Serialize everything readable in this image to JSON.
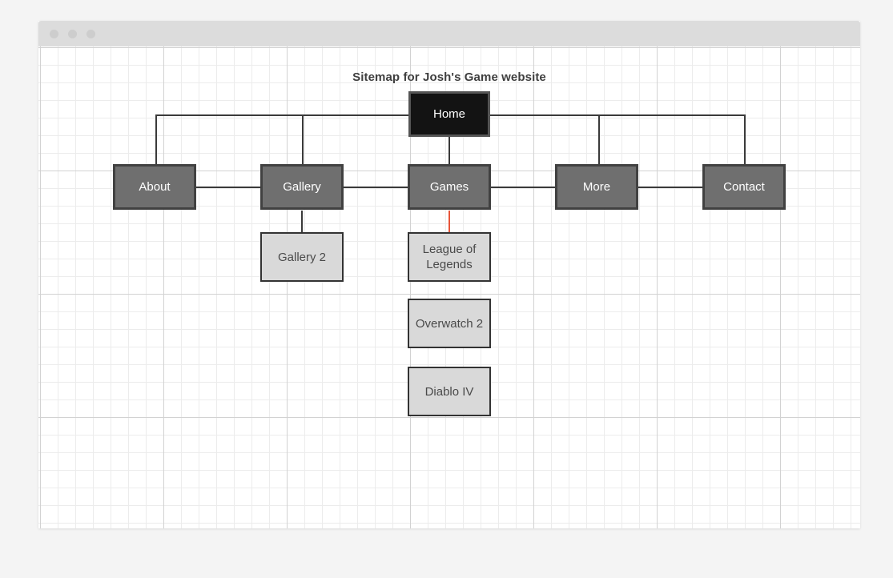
{
  "window": {
    "traffic_lights": [
      "close-dot",
      "minimize-dot",
      "maximize-dot"
    ]
  },
  "diagram": {
    "title": "Sitemap for Josh's Game website",
    "colors": {
      "root_fill": "#131313",
      "root_border": "#555555",
      "level2_fill": "#6f6f6f",
      "level2_border": "#414141",
      "level3_fill": "#d9d9d9",
      "level3_border": "#333333",
      "connector": "#3a3a3a",
      "connector_highlight": "#e8553a",
      "grid_line": "#ececec",
      "canvas": "#ffffff"
    },
    "nodes": [
      {
        "id": "home",
        "label": "Home",
        "level": 1
      },
      {
        "id": "about",
        "label": "About",
        "level": 2
      },
      {
        "id": "gallery",
        "label": "Gallery",
        "level": 2
      },
      {
        "id": "games",
        "label": "Games",
        "level": 2
      },
      {
        "id": "more",
        "label": "More",
        "level": 2
      },
      {
        "id": "contact",
        "label": "Contact",
        "level": 2
      },
      {
        "id": "gallery2",
        "label": "Gallery 2",
        "level": 3
      },
      {
        "id": "lol",
        "label": "League of Legends",
        "level": 3
      },
      {
        "id": "overwatch",
        "label": "Overwatch 2",
        "level": 3
      },
      {
        "id": "diablo",
        "label": "Diablo IV",
        "level": 3
      }
    ],
    "edges": [
      {
        "from": "home",
        "to": "about",
        "style": "elbow",
        "color": "connector"
      },
      {
        "from": "home",
        "to": "gallery",
        "style": "elbow",
        "color": "connector"
      },
      {
        "from": "home",
        "to": "games",
        "style": "direct",
        "color": "connector"
      },
      {
        "from": "home",
        "to": "more",
        "style": "elbow",
        "color": "connector"
      },
      {
        "from": "home",
        "to": "contact",
        "style": "elbow",
        "color": "connector"
      },
      {
        "from": "about",
        "to": "gallery",
        "style": "sibling",
        "color": "connector"
      },
      {
        "from": "gallery",
        "to": "games",
        "style": "sibling",
        "color": "connector"
      },
      {
        "from": "games",
        "to": "more",
        "style": "sibling",
        "color": "connector"
      },
      {
        "from": "more",
        "to": "contact",
        "style": "sibling",
        "color": "connector"
      },
      {
        "from": "gallery",
        "to": "gallery2",
        "style": "direct",
        "color": "connector"
      },
      {
        "from": "games",
        "to": "lol",
        "style": "direct",
        "color": "connector_highlight"
      },
      {
        "from": "lol",
        "to": "overwatch",
        "style": "direct",
        "color": "connector_highlight"
      },
      {
        "from": "overwatch",
        "to": "diablo",
        "style": "direct",
        "color": "connector_highlight"
      }
    ]
  }
}
